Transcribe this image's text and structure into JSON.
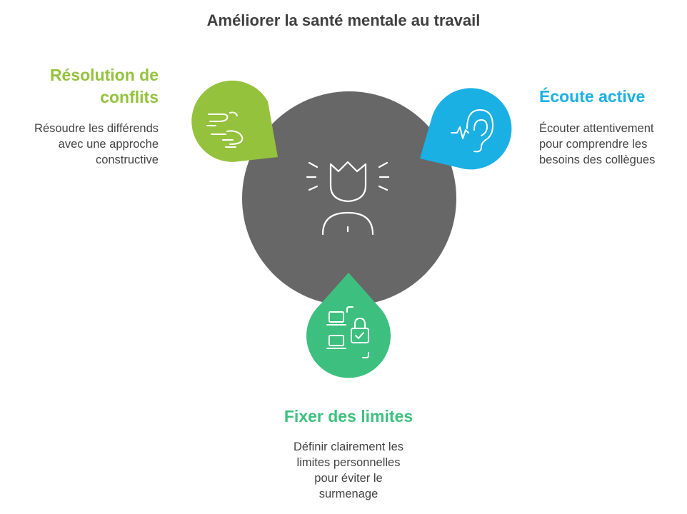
{
  "title": "Améliorer la santé mentale au travail",
  "colors": {
    "center": "#676767",
    "green_left": "#95c23d",
    "blue": "#1ab0e4",
    "green_bottom": "#3dc07f",
    "title_text": "#3f3f3f",
    "body_text": "#444444"
  },
  "center_icon": "stressed-person-with-crown-icon",
  "items": [
    {
      "heading_lines": [
        "Résolution de",
        "conflits"
      ],
      "description_lines": [
        "Résoudre les différends",
        "avec une approche",
        "constructive"
      ],
      "icon": "conflict-resolution-icon",
      "color": "#95c23d"
    },
    {
      "heading_lines": [
        "Écoute active"
      ],
      "description_lines": [
        "Écouter attentivement",
        "pour comprendre les",
        "besoins des collègues"
      ],
      "icon": "ear-listening-icon",
      "color": "#1ab0e4"
    },
    {
      "heading_lines": [
        "Fixer des limites"
      ],
      "description_lines": [
        "Définir clairement les",
        "limites personnelles",
        "pour éviter le",
        "surmenage"
      ],
      "icon": "laptops-lock-icon",
      "color": "#3dc07f"
    }
  ]
}
